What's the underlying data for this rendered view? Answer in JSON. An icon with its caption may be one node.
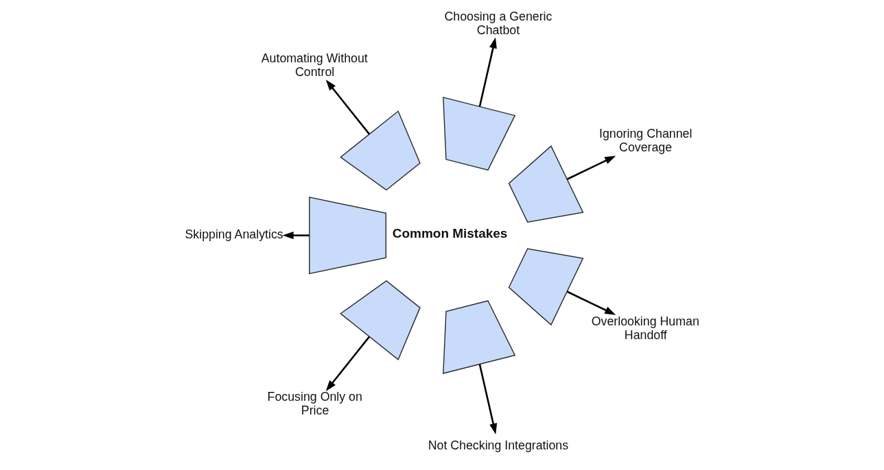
{
  "diagram": {
    "nodes": [
      {
        "text": [],
        "shape": "segment"
      },
      {
        "text": [
          "Automating Without Control"
        ]
      },
      {
        "text": [],
        "shape": "segment"
      },
      {
        "text": [
          "Choosing a Generic Chatbot"
        ]
      },
      {
        "text": [],
        "shape": "segment"
      },
      {
        "text": [
          "Ignoring Channel Coverage"
        ]
      },
      {
        "text": [],
        "shape": "segment"
      },
      {
        "text": [
          "Overlooking Human Handoff"
        ]
      },
      {
        "text": [],
        "shape": "segment"
      },
      {
        "text": [
          "Not Checking Integrations"
        ]
      },
      {
        "text": [],
        "shape": "segment"
      },
      {
        "text": [
          "Focusing Only on Price"
        ]
      },
      {
        "text": [],
        "shape": "segment"
      },
      {
        "text": [
          "Skipping Analytics"
        ]
      }
    ],
    "edges": [
      {
        "from": 0,
        "to": 1,
        "arrow": "to"
      },
      {
        "from": 2,
        "to": 3,
        "arrow": "to"
      },
      {
        "from": 4,
        "to": 5,
        "arrow": "to"
      },
      {
        "from": 6,
        "to": 7,
        "arrow": "to"
      },
      {
        "from": 8,
        "to": 9,
        "arrow": "to"
      },
      {
        "from": 10,
        "to": 11,
        "arrow": "to"
      },
      {
        "from": 12,
        "to": 13,
        "arrow": "to"
      }
    ],
    "labels": [
      "Common Mistakes"
    ]
  }
}
